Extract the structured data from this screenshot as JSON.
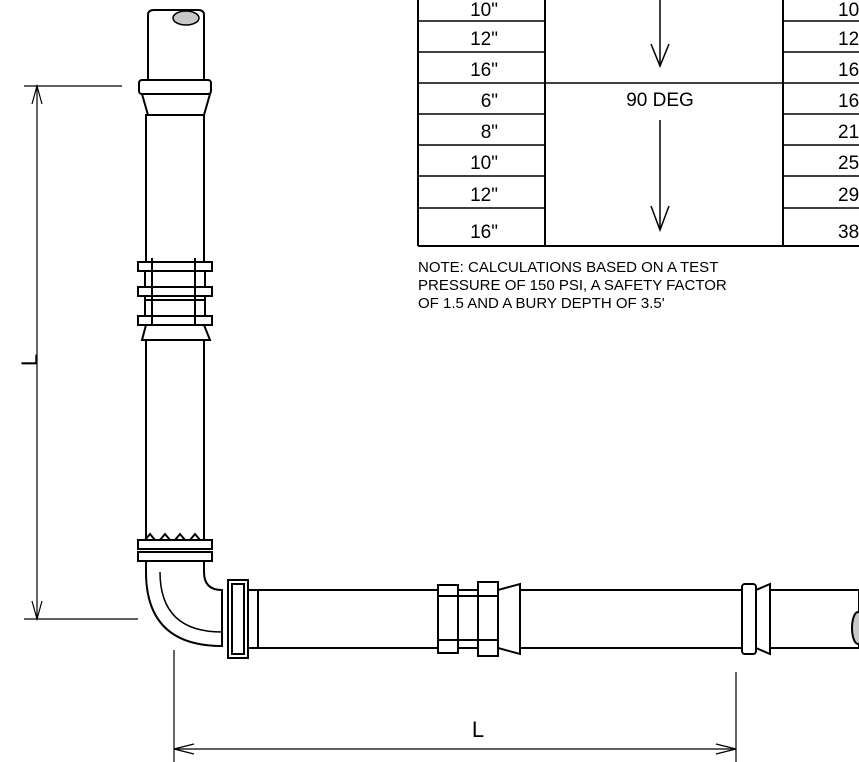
{
  "table": {
    "rows": [
      {
        "size": "10\"",
        "restrained": "10"
      },
      {
        "size": "12\"",
        "restrained": "12"
      },
      {
        "size": "16\"",
        "restrained": "16"
      },
      {
        "size": "6\"",
        "restrained": "16"
      },
      {
        "size": "8\"",
        "restrained": "21"
      },
      {
        "size": "10\"",
        "restrained": "25"
      },
      {
        "size": "12\"",
        "restrained": "29"
      },
      {
        "size": "16\"",
        "restrained": "38"
      }
    ],
    "bend_label": "90 DEG"
  },
  "note": {
    "lines": [
      "NOTE:  CALCULATIONS BASED ON A TEST",
      "PRESSURE OF 150 PSI, A SAFETY FACTOR",
      "OF 1.5 AND A BURY DEPTH OF 3.5'"
    ]
  },
  "dimensions": {
    "vertical_label": "L",
    "horizontal_label": "L"
  }
}
